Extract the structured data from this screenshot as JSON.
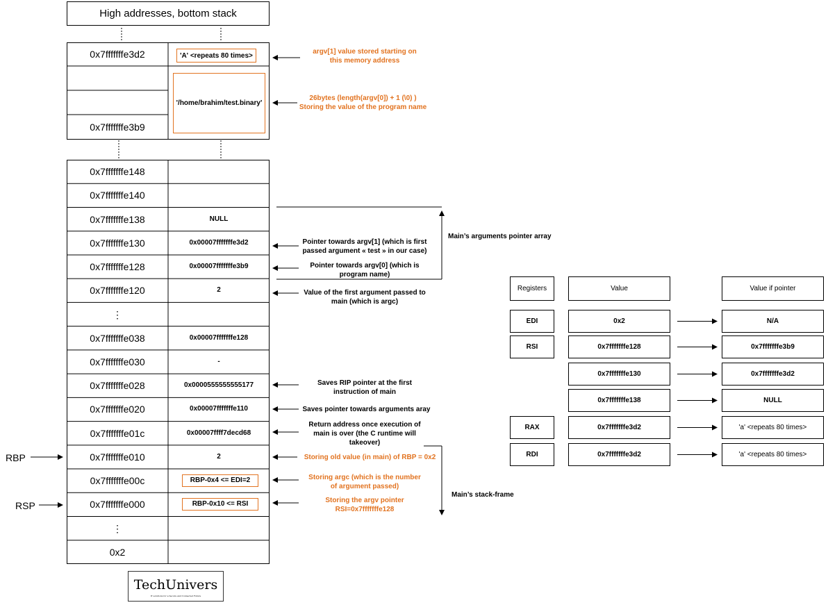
{
  "header": {
    "title": "High addresses, bottom stack"
  },
  "upper_block": {
    "addr_top": "0x7fffffffe3d2",
    "addr_bottom": "0x7fffffffe3b9",
    "value_argv1": "'A' <repeats 80 times>",
    "value_progname": "'/home/brahim/test.binary'",
    "note_argv1": "argv[1] value stored starting on this memory address",
    "note_progname": "26bytes (length(argv[0]) + 1 (\\0) ) Storing the value of the program name"
  },
  "stack_rows": [
    {
      "addr": "0x7fffffffe148",
      "value": ""
    },
    {
      "addr": "0x7fffffffe140",
      "value": ""
    },
    {
      "addr": "0x7fffffffe138",
      "value": "NULL"
    },
    {
      "addr": "0x7fffffffe130",
      "value": "0x00007fffffffe3d2"
    },
    {
      "addr": "0x7fffffffe128",
      "value": "0x00007fffffffe3b9"
    },
    {
      "addr": "0x7fffffffe120",
      "value": "2"
    },
    {
      "addr": "⋮",
      "value": ""
    },
    {
      "addr": "0x7fffffffe038",
      "value": "0x00007fffffffe128"
    },
    {
      "addr": "0x7fffffffe030",
      "value": "-"
    },
    {
      "addr": "0x7fffffffe028",
      "value": "0x0000555555555177"
    },
    {
      "addr": "0x7fffffffe020",
      "value": "0x00007fffffffe110"
    },
    {
      "addr": "0x7fffffffe01c",
      "value": "0x00007ffff7decd68"
    },
    {
      "addr": "0x7fffffffe010",
      "value": "2"
    },
    {
      "addr": "0x7fffffffe00c",
      "value": "RBP-0x4 <= EDI=2"
    },
    {
      "addr": "0x7fffffffe000",
      "value": "RBP-0x10 <= RSI"
    },
    {
      "addr": "⋮",
      "value": ""
    },
    {
      "addr": "0x2",
      "value": ""
    }
  ],
  "notes": {
    "ptr_argv1": "Pointer towards argv[1] (which is first passed argument « test » in our case)",
    "ptr_argv0": "Pointer towards argv[0] (which is program name)",
    "argc_value": "Value of the first argument passed to main (which is argc)",
    "saves_rip": "Saves RIP pointer at the first instruction of main",
    "saves_args": "Saves pointer towards arguments aray",
    "return_addr": "Return address once execution of main is over (the C runtime will takeover)",
    "old_rbp": "Storing old value (in main) of RBP = 0x2",
    "store_argc": "Storing argc (which is the number of argument passed)",
    "store_argv": "Storing the argv pointer RSI=0x7fffffffe128",
    "args_array": "Main’s arguments pointer array",
    "stack_frame": "Main’s stack-frame"
  },
  "pointers": {
    "rbp": "RBP",
    "rsp": "RSP"
  },
  "registers": {
    "headers": [
      "Registers",
      "Value",
      "Value if pointer"
    ],
    "rows": [
      {
        "reg": "EDI",
        "value": "0x2",
        "pointer": "N/A"
      },
      {
        "reg": "RSI",
        "value": "0x7fffffffe128",
        "pointer": "0x7fffffffe3b9"
      },
      {
        "reg": "",
        "value": "0x7fffffffe130",
        "pointer": "0x7fffffffe3d2"
      },
      {
        "reg": "",
        "value": "0x7fffffffe138",
        "pointer": "NULL"
      },
      {
        "reg": "RAX",
        "value": "0x7fffffffe3d2",
        "pointer": "'a' <repeats 80 times>"
      },
      {
        "reg": "RDI",
        "value": "0x7fffffffe3d2",
        "pointer": "'a' <repeats 80 times>"
      }
    ]
  },
  "logo": {
    "name": "TechUnivers",
    "tagline": "IT solutions for a Secure and Connected Future"
  },
  "colors": {
    "accent": "#e27320",
    "line": "#000000"
  }
}
